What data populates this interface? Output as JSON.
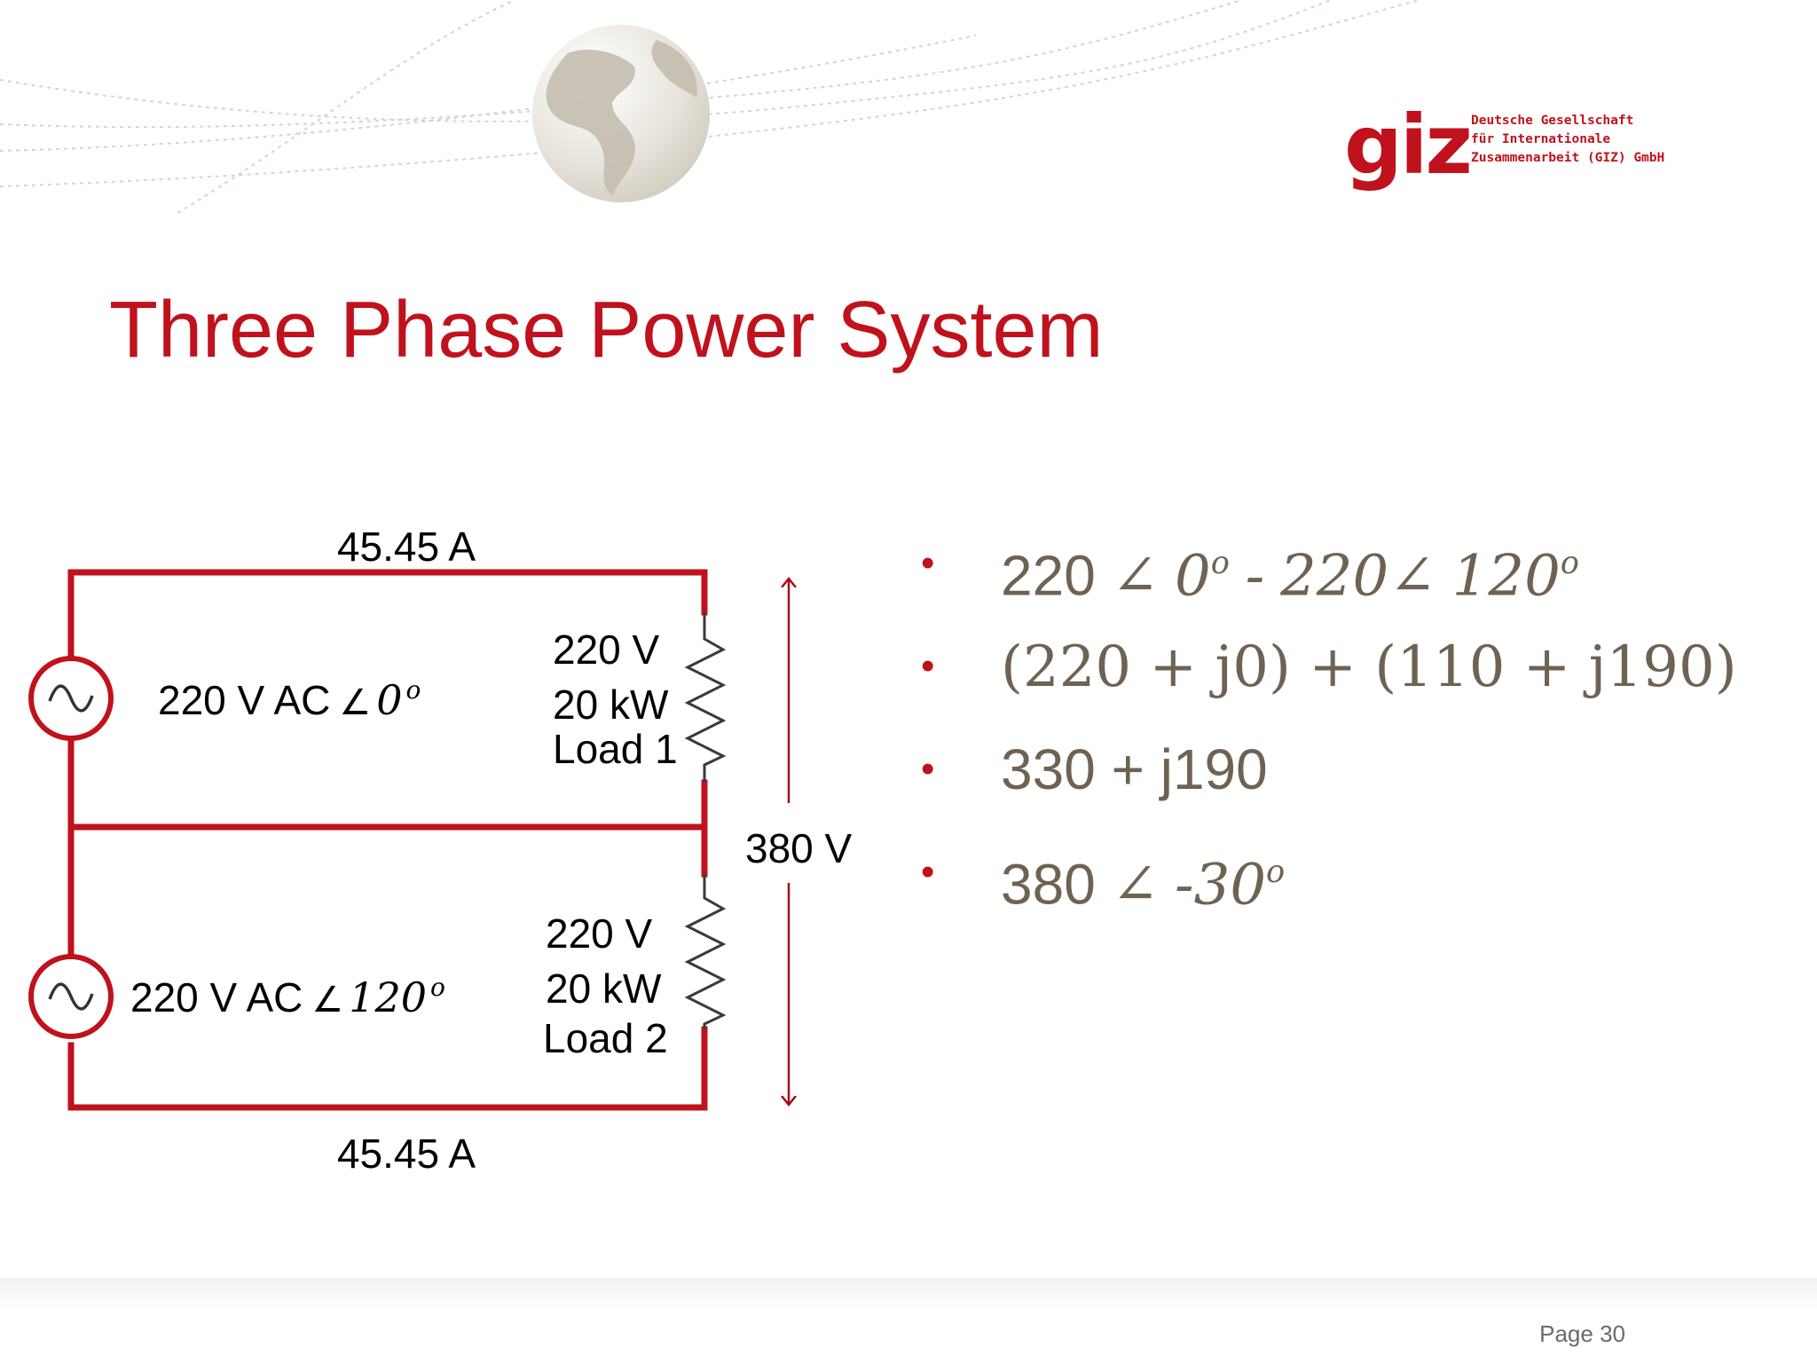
{
  "colors": {
    "accent": "#c0121c",
    "equation_text": "#6e6353"
  },
  "logo": {
    "mark": "giz",
    "lines": [
      "Deutsche Gesellschaft",
      "für Internationale",
      "Zusammenarbeit (GIZ) GmbH"
    ]
  },
  "title": "Three Phase Power System",
  "circuit": {
    "top_current": "45.45 A",
    "bottom_current": "45.45 A",
    "source1": {
      "voltage": "220 V AC",
      "angle_symbol": "∠",
      "angle": "0",
      "degree": "o"
    },
    "source2": {
      "voltage": "220 V AC",
      "angle_symbol": "∠",
      "angle": "120",
      "degree": "o"
    },
    "load1": {
      "voltage": "220 V",
      "power": "20 kW",
      "name": "Load 1"
    },
    "load2": {
      "voltage": "220 V",
      "power": "20 kW",
      "name": "Load 2"
    },
    "line_voltage": "380 V"
  },
  "equations": {
    "eq1": {
      "a": "220",
      "angle_symbol": "∠",
      "a_angle": "0",
      "deg": "o",
      "minus": "-",
      "b": "220",
      "b_angle": "120"
    },
    "eq2": "(220 + j0) + (110 + j190)",
    "eq3": "330 + j190",
    "eq4": {
      "value": "380",
      "angle_symbol": "∠",
      "angle": "-30",
      "deg": "o"
    },
    "bullet": "•"
  },
  "footer": {
    "page": "Page 30"
  }
}
